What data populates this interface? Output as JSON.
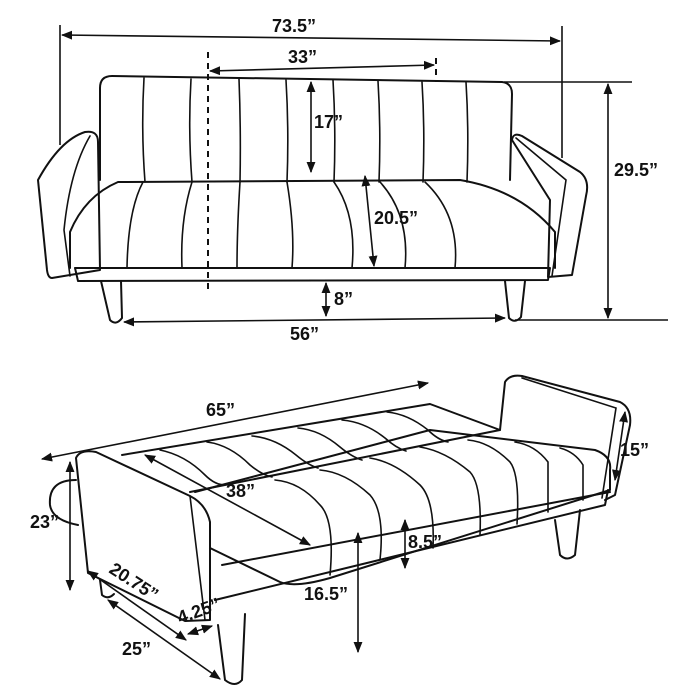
{
  "diagram": {
    "title": "Sofa bed dimension drawing",
    "colors": {
      "line": "#111111",
      "background": "#ffffff"
    },
    "upright_view": {
      "overall_width": "73.5”",
      "seat_width_33": "33”",
      "back_height": "17”",
      "seat_depth": "20.5”",
      "overall_height": "29.5”",
      "leg_height": "8”",
      "leg_span": "56”"
    },
    "bed_view": {
      "bed_length": "65”",
      "bed_width": "38”",
      "arm_height": "15”",
      "arm_overall_height": "23”",
      "arm_depth": "20.75”",
      "arm_thickness": "4.25”",
      "overall_depth": "25”",
      "mattress_thickness": "8.5”",
      "sleep_height": "16.5”"
    }
  }
}
